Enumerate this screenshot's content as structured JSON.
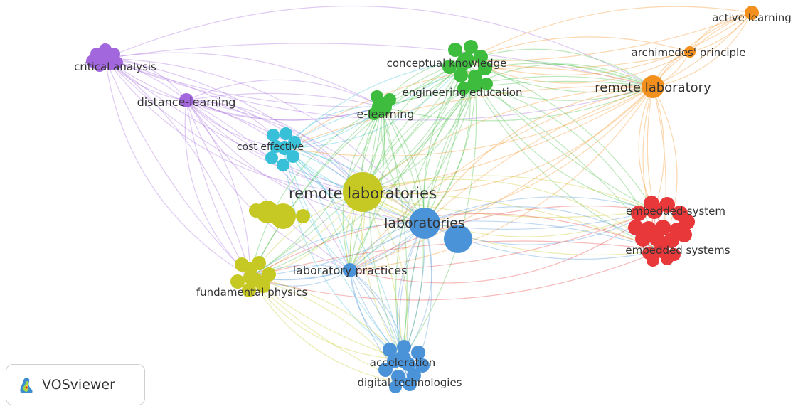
{
  "colors": {
    "purple": "#a266dd",
    "cyan": "#37c0d8",
    "green": "#3ebc3e",
    "orange": "#f38f1c",
    "yellow": "#c6c923",
    "blue": "#4a93d8",
    "red": "#e8383a",
    "label": "#333333"
  },
  "nodes": [
    {
      "id": "critical-analysis",
      "label": "critical analysis",
      "cluster": "purple"
    },
    {
      "id": "distance-learning",
      "label": "distance-learning",
      "cluster": "purple"
    },
    {
      "id": "cost-effective",
      "label": "cost effective",
      "cluster": "cyan"
    },
    {
      "id": "conceptual-knowledge",
      "label": "conceptual knowledge",
      "cluster": "green"
    },
    {
      "id": "engineering-education",
      "label": "engineering education",
      "cluster": "green"
    },
    {
      "id": "e-learning",
      "label": "e-learning",
      "cluster": "green"
    },
    {
      "id": "active-learning",
      "label": "active learning",
      "cluster": "orange"
    },
    {
      "id": "archimedes-principle",
      "label": "archimedes' principle",
      "cluster": "orange"
    },
    {
      "id": "remote-laboratory",
      "label": "remote laboratory",
      "cluster": "orange"
    },
    {
      "id": "remote-laboratories",
      "label": "remote laboratories",
      "cluster": "yellow"
    },
    {
      "id": "laboratories",
      "label": "laboratories",
      "cluster": "blue"
    },
    {
      "id": "embedded-system",
      "label": "embedded-system",
      "cluster": "red"
    },
    {
      "id": "embedded-systems",
      "label": "embedded systems",
      "cluster": "red"
    },
    {
      "id": "laboratory-practices",
      "label": "laboratory practices",
      "cluster": "blue"
    },
    {
      "id": "fundamental-physics",
      "label": "fundamental physics",
      "cluster": "yellow"
    },
    {
      "id": "acceleration",
      "label": "acceleration",
      "cluster": "blue"
    },
    {
      "id": "digital-technologies",
      "label": "digital technologies",
      "cluster": "blue"
    }
  ],
  "badge": {
    "text": "VOSviewer",
    "icon": "vosviewer-logo-icon"
  }
}
